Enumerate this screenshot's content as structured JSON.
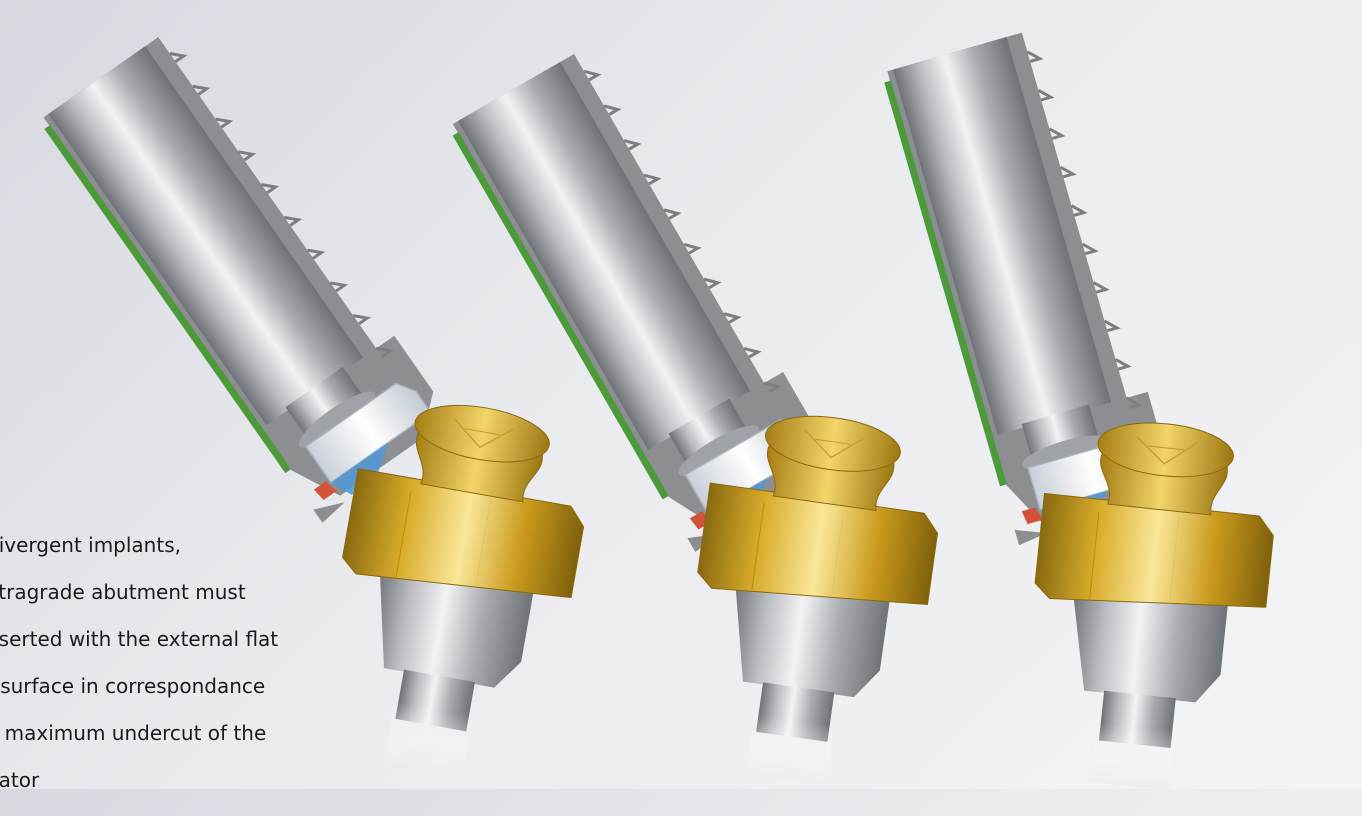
{
  "caption": {
    "lines": [
      "divergent implants,",
      "atragrade abutment must",
      "nserted with the external flat",
      "t surface in correspondance",
      "e maximum undercut of the",
      "uator"
    ]
  },
  "colors": {
    "steel_dark": "#6f7277",
    "steel_mid": "#b9bcc1",
    "steel_light": "#f2f3f5",
    "section_gray": "#8a8c90",
    "gold_dark": "#8a6a10",
    "gold_mid": "#d9ad2c",
    "gold_light": "#fbe79a",
    "green_edge": "#4c9a3a",
    "blue_seal": "#4f9ad8",
    "red_seal": "#d2533a",
    "insert_white": "#e8edf2"
  },
  "icons": {
    "assembly_1": "angled-transfer-left",
    "assembly_2": "angled-transfer-center",
    "assembly_3": "angled-transfer-right"
  }
}
